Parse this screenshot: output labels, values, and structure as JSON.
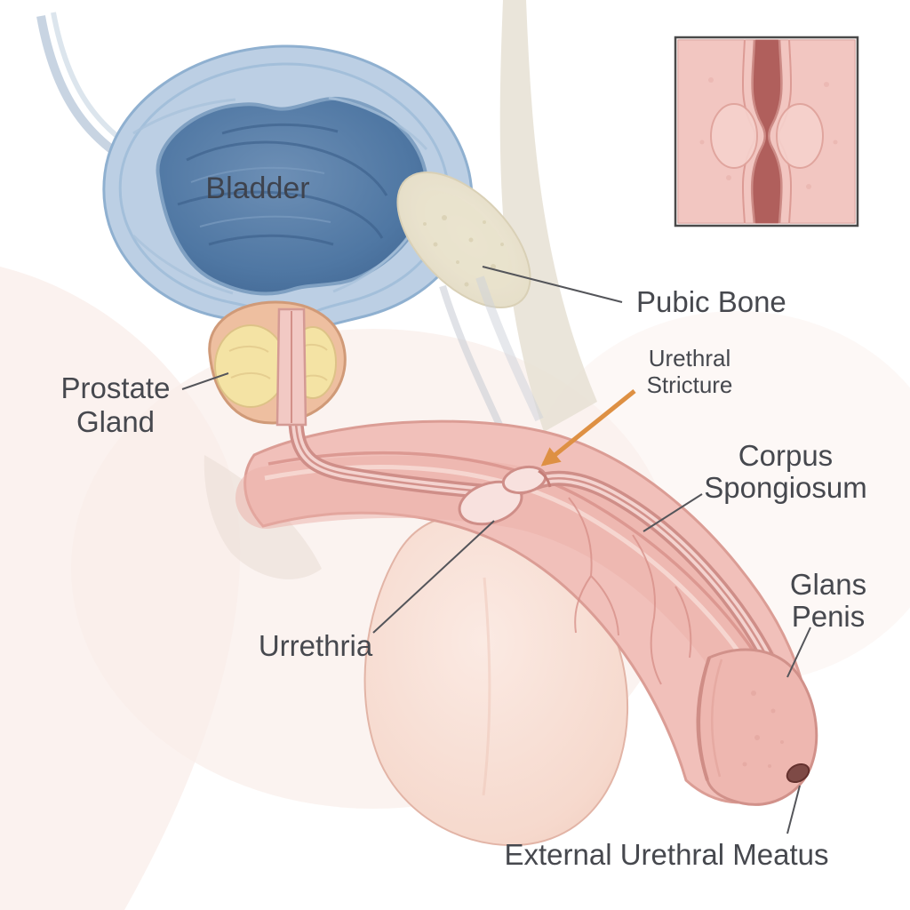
{
  "labels": {
    "bladder": "Bladder",
    "pubic_bone": "Pubic Bone",
    "prostate_line1": "Prostate",
    "prostate_line2": "Gland",
    "stricture_line1": "Urethral",
    "stricture_line2": "Stricture",
    "corpus_line1": "Corpus",
    "corpus_line2": "Spongiosum",
    "glans_line1": "Glans",
    "glans_line2": "Penis",
    "urethra": "Urrethria",
    "meatus": "External Urethral Meatus"
  },
  "colors": {
    "bladder_wall": "#bccfe4",
    "bladder_lumen": "#4f77a3",
    "prostate_rim": "#eebfa0",
    "prostate_lobe": "#f4e3a4",
    "pubic_bone": "#eae3cf",
    "tissue_pink": "#f1c0ba",
    "urethra_wall": "#cf8e88",
    "urethra_lumen": "#f4d3cf",
    "stricture_arrow": "#de9043",
    "pointer_line": "#54555a",
    "label_text": "#46484e",
    "inset_border": "#4a4a4a"
  }
}
